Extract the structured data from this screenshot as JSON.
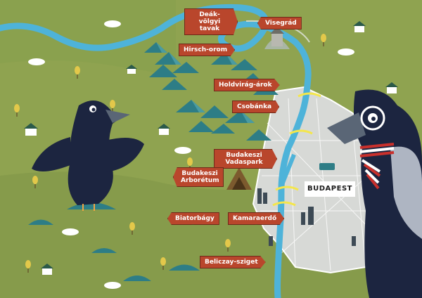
{
  "map": {
    "city_label": "BUDAPEST",
    "colors": {
      "grass": "#8fa350",
      "river": "#4eb3d9",
      "city": "#d7d9d6",
      "sign": "#b9462c",
      "mountain": "#2d7d86",
      "raven": "#1c2540"
    },
    "signposts": [
      {
        "id": "deak-volgyi-tavak",
        "label": "Deák-völgyi tavak"
      },
      {
        "id": "visegrad",
        "label": "Visegrád"
      },
      {
        "id": "hirsch-orom",
        "label": "Hirsch-orom"
      },
      {
        "id": "holdvirag-arok",
        "label": "Holdvirág-árok"
      },
      {
        "id": "csobanka",
        "label": "Csobánka"
      },
      {
        "id": "budakeszi-vadaspark",
        "label": "Budakeszi Vadaspark"
      },
      {
        "id": "budakeszi-arboretum",
        "label": "Budakeszi Arborétum"
      },
      {
        "id": "biatorbagy",
        "label": "Biatorbágy"
      },
      {
        "id": "kamaraerdo",
        "label": "Kamaraerdő"
      },
      {
        "id": "beliczay-sziget",
        "label": "Beliczay-sziget"
      }
    ]
  }
}
